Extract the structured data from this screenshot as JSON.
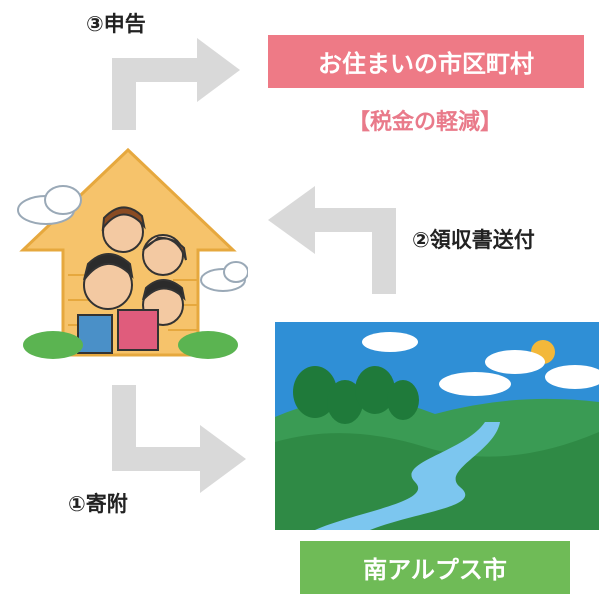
{
  "steps": {
    "step3": "③申告",
    "step2": "②領収書送付",
    "step1": "①寄附"
  },
  "boxes": {
    "municipality": "お住まいの市区町村",
    "tax_reduction": "【税金の軽減】",
    "city": "南アルプス市"
  },
  "colors": {
    "arrow": "#d9d9d9",
    "pink_box": "#ee7a86",
    "pink_text": "#e97a8a",
    "green_box": "#6fbb57"
  }
}
